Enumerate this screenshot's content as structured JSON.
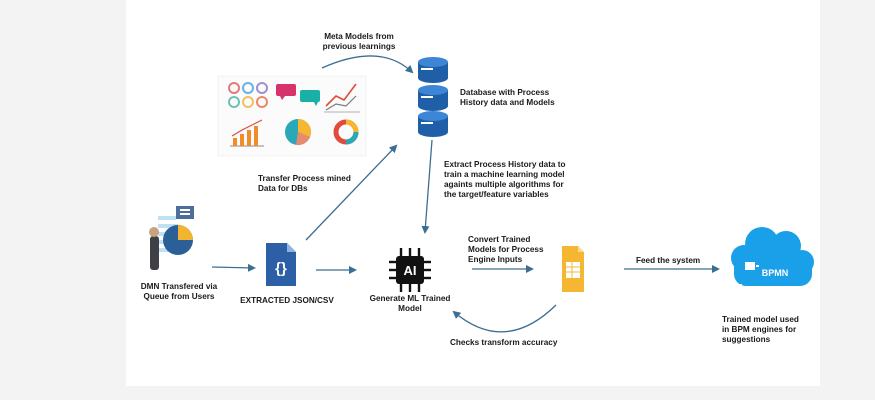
{
  "labels": {
    "meta_models": "Meta Models from\nprevious learnings",
    "database": "Database with Process\nHistory data  and Models",
    "extract_history": "Extract Process History data to\ntrain a machine learning model\nagaints multiple algorithms for\nthe target/feature variables",
    "transfer_process": "Transfer Process mined\nData for DBs",
    "dmn_transfer": "DMN Transfered via\nQueue from Users",
    "extracted_json": "EXTRACTED JSON/CSV",
    "generate_ml": "Generate ML Trained\nModel",
    "convert_trained": "Convert Trained\nModels for Process\nEngine Inputs",
    "feed_system": "Feed the system",
    "trained_model_used": "Trained model used\nin BPM engines for\nsuggestions",
    "checks_accuracy": "Checks transform accuracy"
  },
  "icons": {
    "ai_chip_text": "AI",
    "bpm_text": "BPMN",
    "json_braces": "{}"
  },
  "colors": {
    "arrow": "#3b6e92",
    "db_blue": "#1f5fa8",
    "cloud_blue": "#1aa0e8",
    "sheet_yellow": "#f5b731",
    "doc_blue": "#2d5fa6"
  }
}
